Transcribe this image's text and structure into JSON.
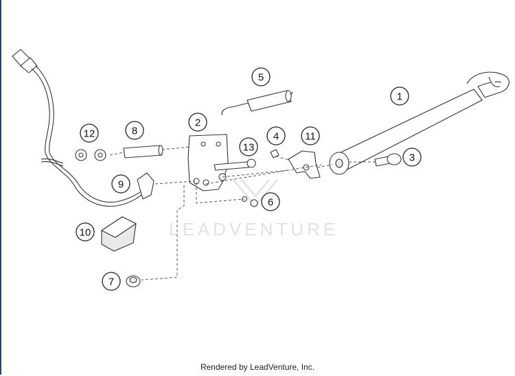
{
  "diagram": {
    "watermark_text": "LEADVENTURE",
    "footer_text": "Rendered by LeadVenture, Inc.",
    "callouts": [
      {
        "id": "1",
        "label": "1"
      },
      {
        "id": "2",
        "label": "2"
      },
      {
        "id": "3",
        "label": "3"
      },
      {
        "id": "4",
        "label": "4"
      },
      {
        "id": "5",
        "label": "5"
      },
      {
        "id": "6",
        "label": "6"
      },
      {
        "id": "7",
        "label": "7"
      },
      {
        "id": "8",
        "label": "8"
      },
      {
        "id": "9",
        "label": "9"
      },
      {
        "id": "10",
        "label": "10"
      },
      {
        "id": "11",
        "label": "11"
      },
      {
        "id": "12",
        "label": "12"
      },
      {
        "id": "13",
        "label": "13"
      }
    ],
    "colors": {
      "frame": "#2a3f7a",
      "line": "#333333",
      "watermark": "#e2e2e2"
    }
  }
}
